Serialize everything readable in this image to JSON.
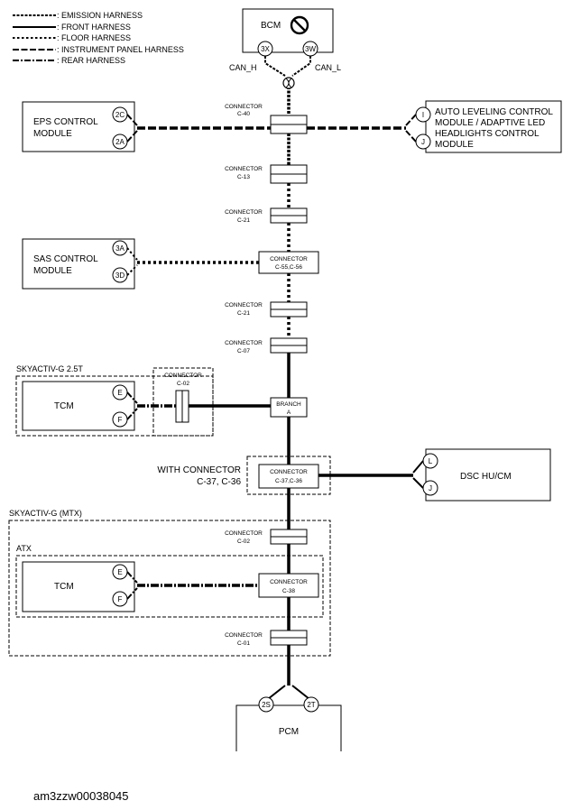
{
  "legend": [
    {
      "style": "emission",
      "label": ": EMISSION HARNESS"
    },
    {
      "style": "front",
      "label": ": FRONT HARNESS"
    },
    {
      "style": "floor",
      "label": ": FLOOR HARNESS"
    },
    {
      "style": "ip",
      "label": ": INSTRUMENT PANEL HARNESS"
    },
    {
      "style": "rear",
      "label": ": REAR HARNESS"
    }
  ],
  "bcm": {
    "label": "BCM",
    "pin_left": "3X",
    "pin_right": "3W",
    "can_h": "CAN_H",
    "can_l": "CAN_L"
  },
  "eps": {
    "line1": "EPS CONTROL",
    "line2": "MODULE",
    "pin_top": "2C",
    "pin_bottom": "2A"
  },
  "auto_leveling": {
    "line1": "AUTO LEVELING CONTROL",
    "line2": "MODULE / ADAPTIVE LED",
    "line3": "HEADLIGHTS CONTROL",
    "line4": "MODULE",
    "pin_top": "I",
    "pin_bottom": "J"
  },
  "sas": {
    "line1": "SAS CONTROL",
    "line2": "MODULE",
    "pin_top": "3A",
    "pin_bottom": "3D"
  },
  "connectors": {
    "c40": {
      "word": "CONNECTOR",
      "id": "C-40"
    },
    "c13": {
      "word": "CONNECTOR",
      "id": "C-13"
    },
    "c21a": {
      "word": "CONNECTOR",
      "id": "C-21"
    },
    "c55": {
      "word": "CONNECTOR",
      "id": "C-55,C-56"
    },
    "c21b": {
      "word": "CONNECTOR",
      "id": "C-21"
    },
    "c07": {
      "word": "CONNECTOR",
      "id": "C-07"
    },
    "c02_tcm": {
      "word": "CONNECTOR",
      "id": "C-02"
    },
    "branch": {
      "word": "BRANCH",
      "id": "A"
    },
    "c37": {
      "word": "CONNECTOR",
      "id": "C-37,C-36"
    },
    "c02": {
      "word": "CONNECTOR",
      "id": "C-02"
    },
    "c38": {
      "word": "CONNECTOR",
      "id": "C-38"
    },
    "c01": {
      "word": "CONNECTOR",
      "id": "C-01"
    }
  },
  "skyactiv_25t": {
    "label": "SKYACTIV-G 2.5T",
    "tcm": "TCM",
    "pin_top": "E",
    "pin_bottom": "F"
  },
  "with_connector": {
    "line1": "WITH CONNECTOR",
    "line2": "C-37, C-36"
  },
  "dsc": {
    "label": "DSC HU/CM",
    "pin_top": "L",
    "pin_bottom": "J"
  },
  "skyactiv_mtx": {
    "label": "SKYACTIV-G (MTX)",
    "atx": "ATX",
    "tcm": "TCM",
    "pin_top": "E",
    "pin_bottom": "F"
  },
  "pcm": {
    "label": "PCM",
    "pin_left": "2S",
    "pin_right": "2T"
  },
  "figure_id": "am3zzw00038045"
}
